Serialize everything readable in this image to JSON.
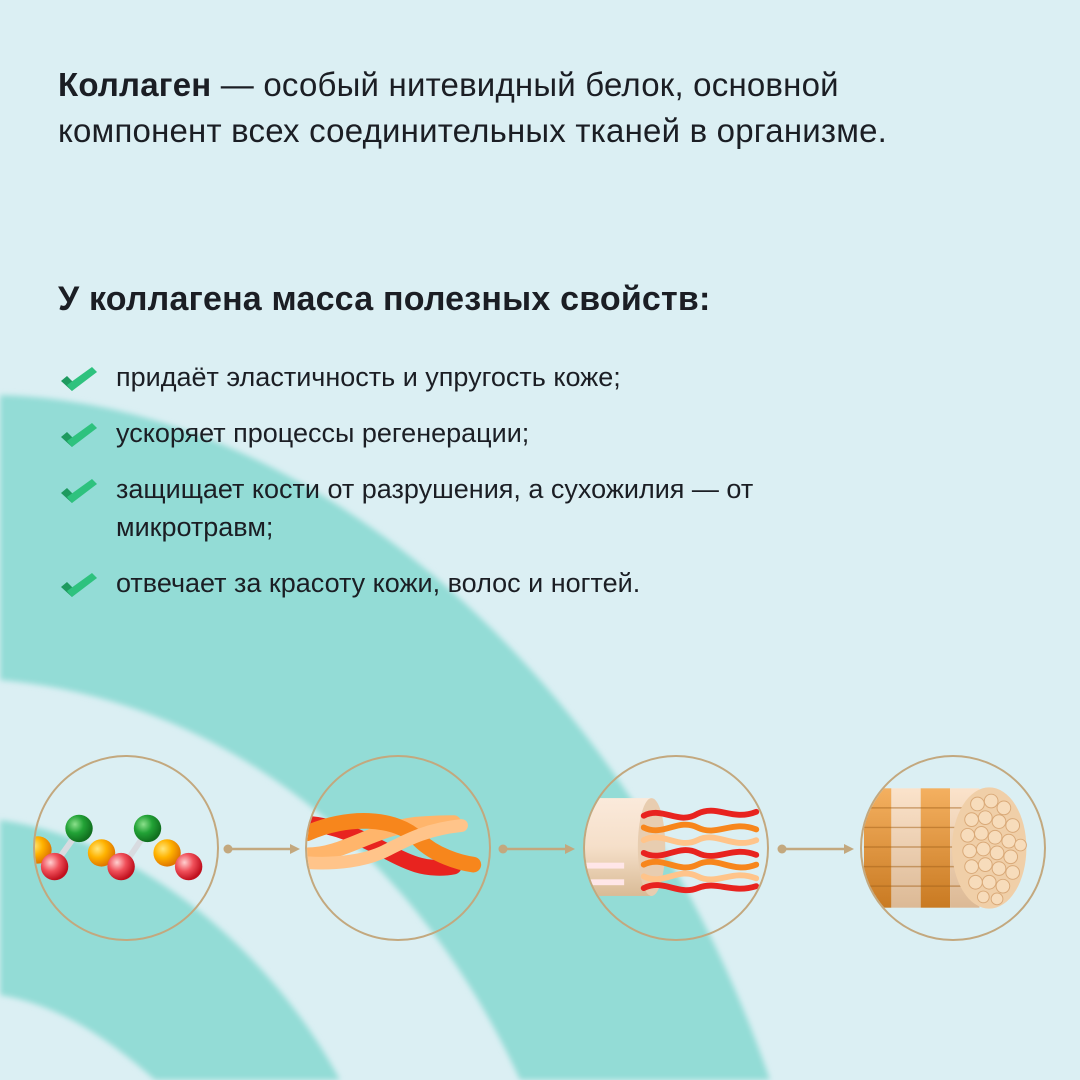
{
  "intro": {
    "term": "Коллаген",
    "definition": " — особый нитевидный белок, основной компонент всех соединительных тканей в организме."
  },
  "benefits_heading": "У коллагена масса полезных свойств:",
  "benefits": [
    {
      "icon": "check-icon",
      "text": "придаёт эластичность и упругость коже;"
    },
    {
      "icon": "check-icon",
      "text": "ускоряет процессы регенерации;"
    },
    {
      "icon": "check-icon",
      "text": "защищает кости от разрушения, а сухожилия — от микротравм;"
    },
    {
      "icon": "check-icon",
      "text": "отвечает за красоту кожи, волос и ногтей."
    }
  ],
  "stages": [
    {
      "icon": "amino-acid-chain-icon"
    },
    {
      "icon": "triple-helix-icon"
    },
    {
      "icon": "fibril-icon"
    },
    {
      "icon": "fiber-bundle-icon"
    }
  ],
  "colors": {
    "background": "#dbeff3",
    "arc": "#93dcd6",
    "check_light": "#2ec27e",
    "check_dark": "#1e9a5f",
    "text": "#1b1e24",
    "stage_border": "#c3a87e"
  }
}
